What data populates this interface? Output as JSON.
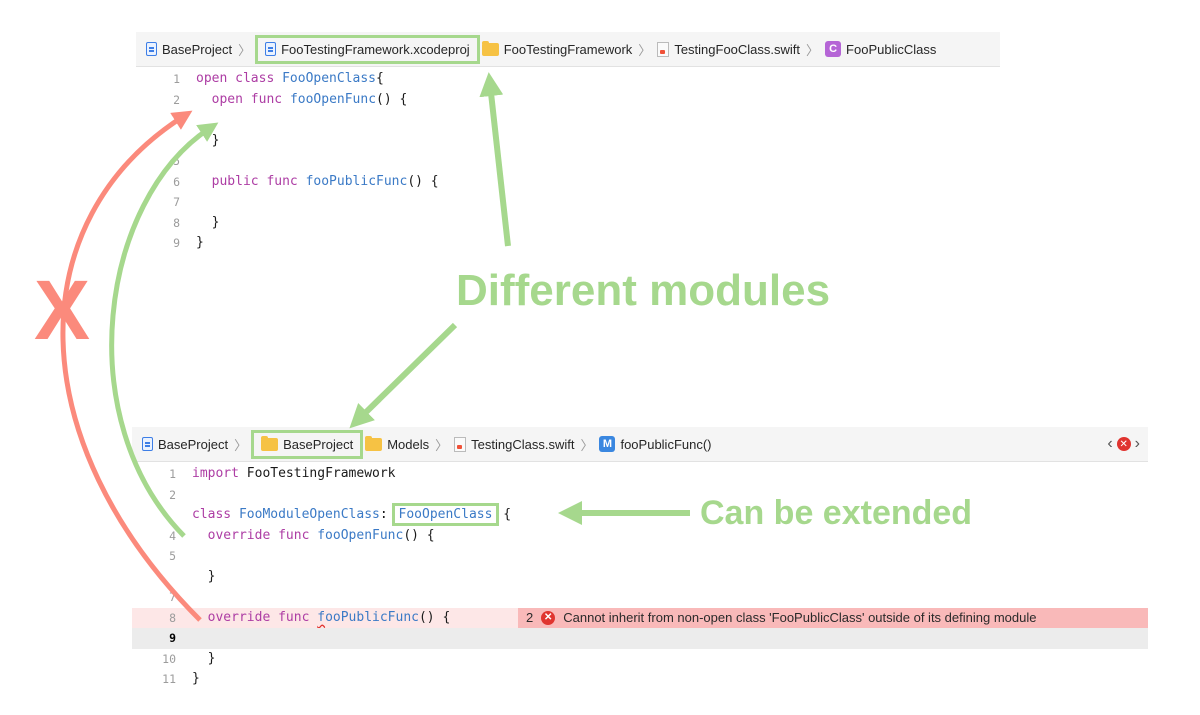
{
  "top_editor": {
    "breadcrumb": [
      {
        "label": "BaseProject",
        "icon": "project-icon"
      },
      {
        "label": "FooTestingFramework.xcodeproj",
        "icon": "project-icon",
        "highlighted": true
      },
      {
        "label": "FooTestingFramework",
        "icon": "folder-icon"
      },
      {
        "label": "TestingFooClass.swift",
        "icon": "swift-file-icon"
      },
      {
        "label": "FooPublicClass",
        "icon": "class-icon",
        "badge": "C"
      }
    ],
    "lines": [
      {
        "n": "1",
        "text": "open class FooOpenClass{"
      },
      {
        "n": "2",
        "text": "  open func fooOpenFunc() {"
      },
      {
        "n": "",
        "text": ""
      },
      {
        "n": "",
        "text": "  }"
      },
      {
        "n": "5",
        "text": ""
      },
      {
        "n": "6",
        "text": "  public func fooPublicFunc() {"
      },
      {
        "n": "7",
        "text": ""
      },
      {
        "n": "8",
        "text": "  }"
      },
      {
        "n": "9",
        "text": "}"
      }
    ]
  },
  "bottom_editor": {
    "breadcrumb": [
      {
        "label": "BaseProject",
        "icon": "project-icon"
      },
      {
        "label": "BaseProject",
        "icon": "folder-icon",
        "highlighted": true
      },
      {
        "label": "Models",
        "icon": "folder-icon"
      },
      {
        "label": "TestingClass.swift",
        "icon": "swift-file-icon"
      },
      {
        "label": "fooPublicFunc()",
        "icon": "method-icon",
        "badge": "M"
      }
    ],
    "lines": [
      {
        "n": "1",
        "text": "import FooTestingFramework"
      },
      {
        "n": "2",
        "text": ""
      },
      {
        "n": "",
        "text": "class FooModuleOpenClass: FooOpenClass {"
      },
      {
        "n": "4",
        "text": "  override func fooOpenFunc() {"
      },
      {
        "n": "5",
        "text": ""
      },
      {
        "n": "",
        "text": "  }"
      },
      {
        "n": "7",
        "text": ""
      },
      {
        "n": "8",
        "text": "  override func fooPublicFunc() {"
      },
      {
        "n": "9",
        "text": ""
      },
      {
        "n": "10",
        "text": "  }"
      },
      {
        "n": "11",
        "text": "}"
      }
    ],
    "error": {
      "count": "2",
      "message": "Cannot inherit from non-open class 'FooPublicClass' outside of its defining module"
    }
  },
  "annotations": {
    "different_modules": "Different modules",
    "can_be_extended": "Can be extended",
    "cross": "X"
  },
  "colors": {
    "highlight_green": "#a6d88d",
    "cross_red": "#fb8a7c",
    "error_banner": "#f9b9b9",
    "keyword": "#ad3da4",
    "identifier": "#3b7ac6"
  }
}
